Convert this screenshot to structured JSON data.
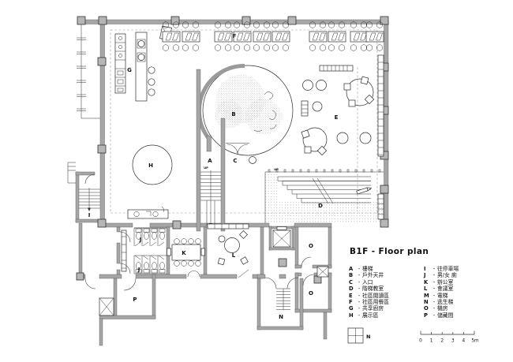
{
  "title": "B1F - Floor plan",
  "legend": {
    "sep": "-",
    "left": [
      {
        "key": "A",
        "label": "樓梯"
      },
      {
        "key": "B",
        "label": "戶外天井"
      },
      {
        "key": "C",
        "label": "入口"
      },
      {
        "key": "D",
        "label": "階梯教室"
      },
      {
        "key": "E",
        "label": "社區閱讀區"
      },
      {
        "key": "F",
        "label": "社區用餐區"
      },
      {
        "key": "G",
        "label": "共享廚房"
      },
      {
        "key": "H",
        "label": "展示區"
      }
    ],
    "right": [
      {
        "key": "I",
        "label": "往停車場"
      },
      {
        "key": "J",
        "label": "男/女 廁"
      },
      {
        "key": "K",
        "label": "辦公室"
      },
      {
        "key": "L",
        "label": "會議室"
      },
      {
        "key": "M",
        "label": "電梯"
      },
      {
        "key": "N",
        "label": "逃生梯"
      },
      {
        "key": "O",
        "label": "機房"
      },
      {
        "key": "P",
        "label": "儲藏間"
      }
    ]
  },
  "plan": {
    "markers": {
      "a": "A",
      "b": "B",
      "c": "C",
      "d": "D",
      "e": "E",
      "f": "F",
      "g": "G",
      "h": "H",
      "i": "I",
      "j": "J",
      "k": "K",
      "l": "L",
      "n": "N",
      "o": "O",
      "p": "P"
    },
    "up_label": "UP",
    "north_label": "N"
  },
  "scalebar": {
    "ticks": [
      "0",
      "1",
      "2",
      "3",
      "4",
      "5m"
    ]
  },
  "colors": {
    "wall": "#a6a6a6",
    "line": "#2e2e2e",
    "dash": "#9a9a9a",
    "stipple": "#8f8f8f",
    "paper": "#ffffff"
  }
}
